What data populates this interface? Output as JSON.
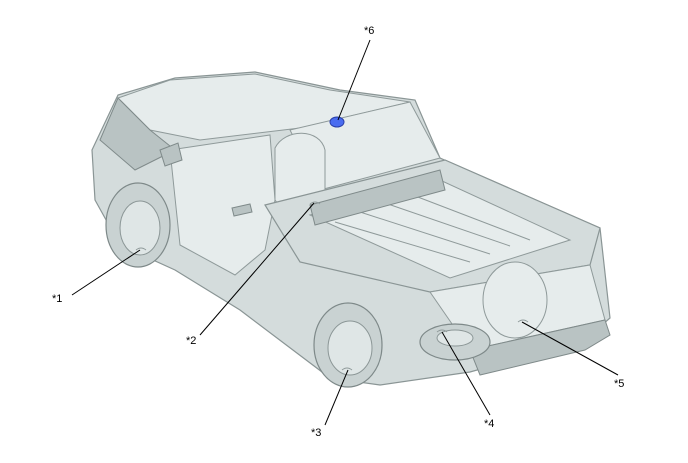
{
  "diagram": {
    "subject": "pickup-truck",
    "colors": {
      "background": "#ffffff",
      "body": "#d4dcdc",
      "outline": "#8a9595",
      "highlight": "#4a6cf0",
      "leader": "#000000"
    },
    "callouts": [
      {
        "id": "c1",
        "label": "*1"
      },
      {
        "id": "c2",
        "label": "*2"
      },
      {
        "id": "c3",
        "label": "*3"
      },
      {
        "id": "c4",
        "label": "*4"
      },
      {
        "id": "c5",
        "label": "*5"
      },
      {
        "id": "c6",
        "label": "*6"
      }
    ]
  }
}
